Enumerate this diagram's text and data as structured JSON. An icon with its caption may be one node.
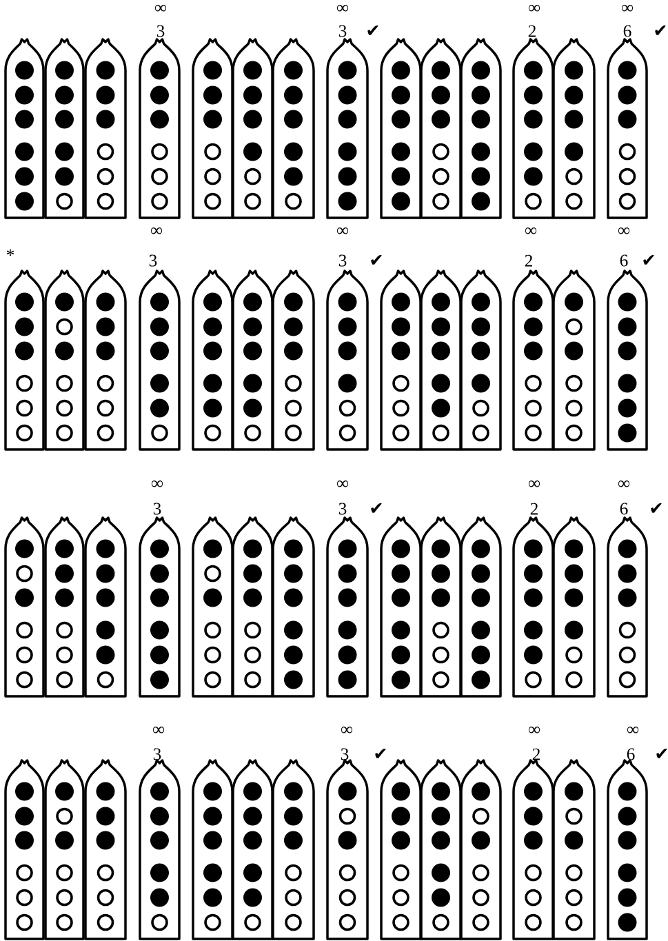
{
  "diagram": {
    "labels": [
      "∞",
      "∞",
      "∞",
      "∞",
      "3",
      "3",
      "✔",
      "2",
      "6",
      "✔",
      "∞",
      "∞",
      "∞",
      "∞",
      "*",
      "3",
      "3",
      "✔",
      "2",
      "6",
      "✔",
      "∞",
      "∞",
      "∞",
      "∞",
      "3",
      "3",
      "✔",
      "2",
      "6",
      "✔",
      "∞",
      "∞",
      "∞",
      "∞",
      "3",
      "3",
      "✔",
      "2",
      "6",
      "✔"
    ]
  }
}
